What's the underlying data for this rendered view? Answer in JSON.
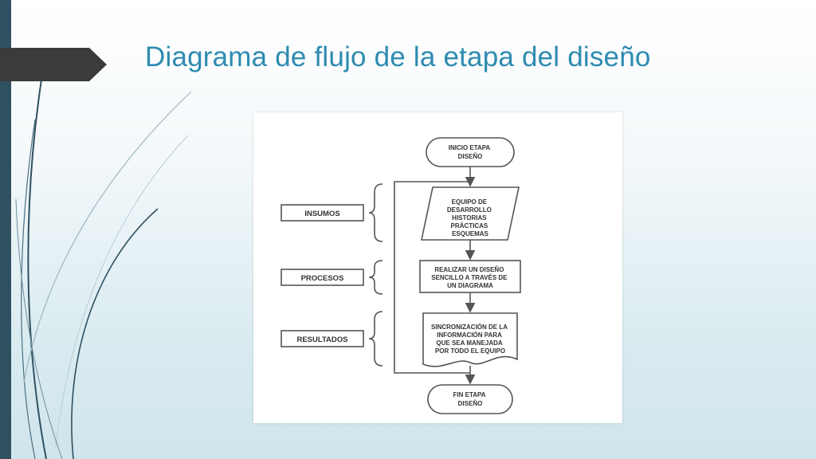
{
  "slide": {
    "title": "Diagrama de flujo de la etapa del diseño"
  },
  "flowchart": {
    "start": [
      "INICIO ETAPA",
      "DISEÑO"
    ],
    "input": [
      "EQUIPO DE",
      "DESARROLLO",
      "HISTORIAS",
      "PRÁCTICAS",
      "ESQUEMAS"
    ],
    "process": [
      "REALIZAR UN DISEÑO",
      "SENCILLO A TRAVÉS DE",
      "UN DIAGRAMA"
    ],
    "output": [
      "SINCRONIZACIÓN DE LA",
      "INFORMACIÓN PARA",
      "QUE SEA MANEJADA",
      "POR TODO EL EQUIPO"
    ],
    "end": [
      "FIN ETAPA",
      "DISEÑO"
    ],
    "labels": {
      "inputs": "INSUMOS",
      "processes": "PROCESOS",
      "results": "RESULTADOS"
    }
  },
  "theme": {
    "accent": "#2e8bb0",
    "sidebar": "#2f5061",
    "arrow": "#3b3b3b"
  }
}
